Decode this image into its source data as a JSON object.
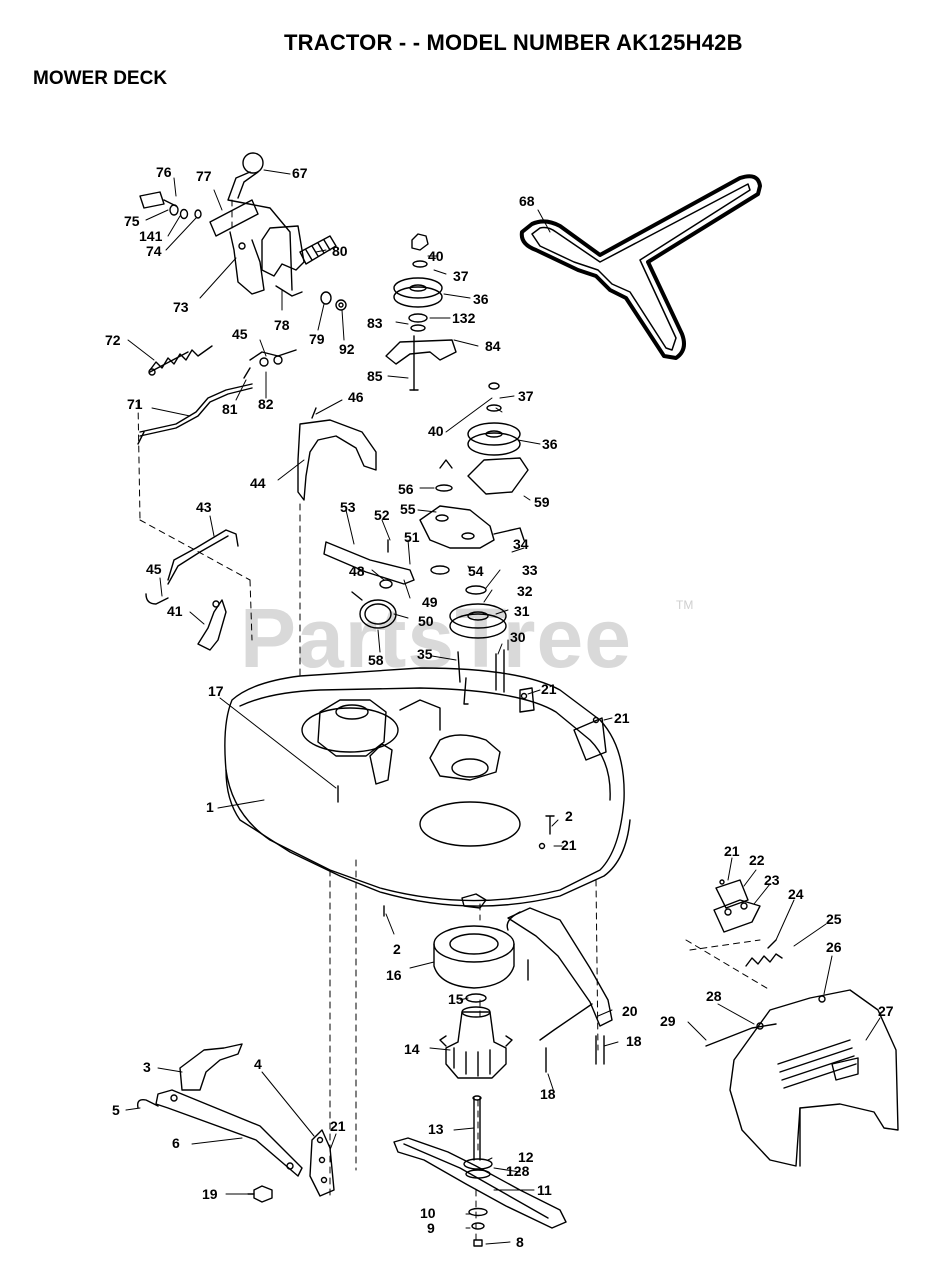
{
  "header": {
    "title": "TRACTOR - - MODEL NUMBER AK125H42B",
    "section": "MOWER DECK"
  },
  "watermark": {
    "text": "PartsTree",
    "tm": "TM"
  },
  "callouts": [
    "76",
    "77",
    "67",
    "75",
    "141",
    "74",
    "80",
    "73",
    "78",
    "79",
    "92",
    "72",
    "45",
    "81",
    "82",
    "71",
    "40",
    "37",
    "36",
    "83",
    "132",
    "84",
    "85",
    "68",
    "46",
    "44",
    "40",
    "37",
    "36",
    "56",
    "59",
    "55",
    "53",
    "52",
    "51",
    "34",
    "48",
    "54",
    "33",
    "49",
    "32",
    "31",
    "43",
    "45",
    "41",
    "58",
    "50",
    "35",
    "30",
    "21",
    "17",
    "21",
    "1",
    "2",
    "21",
    "2",
    "16",
    "15",
    "14",
    "13",
    "12",
    "128",
    "11",
    "10",
    "9",
    "8",
    "20",
    "18",
    "18",
    "3",
    "4",
    "5",
    "6",
    "21",
    "19",
    "21",
    "22",
    "23",
    "24",
    "25",
    "26",
    "28",
    "27",
    "29"
  ]
}
